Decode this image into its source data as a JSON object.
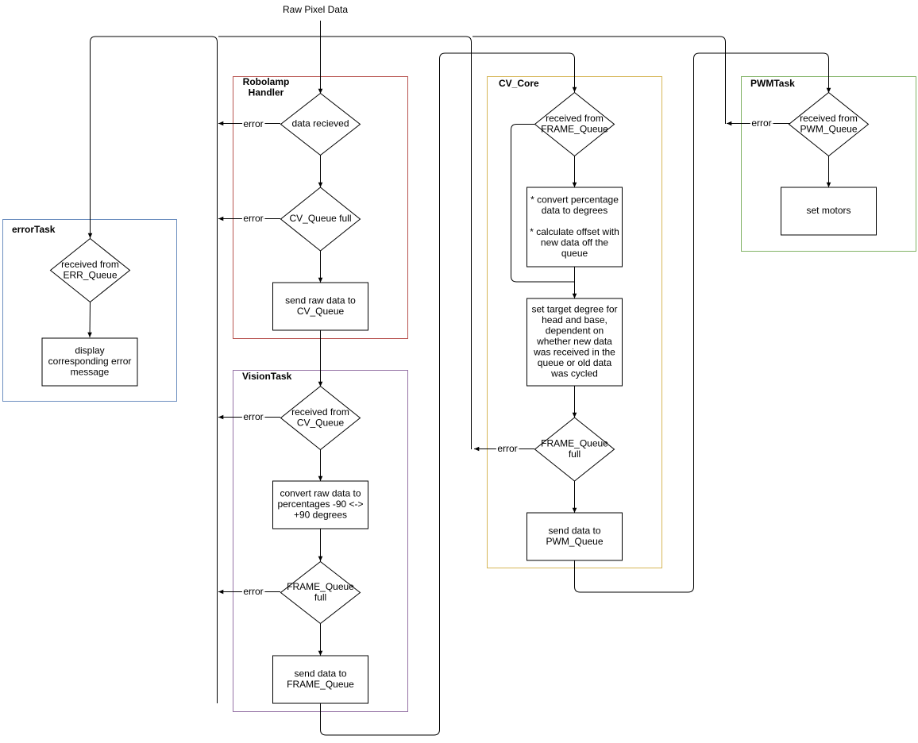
{
  "input_label": "Raw Pixel Data",
  "groups": [
    {
      "id": "errortask",
      "title": [
        "errorTask"
      ],
      "color": "#6c8ebf"
    },
    {
      "id": "robolamp",
      "title": [
        "Robolamp",
        "Handler"
      ],
      "color": "#b85450"
    },
    {
      "id": "vision",
      "title": [
        "VisionTask"
      ],
      "color": "#9673a6"
    },
    {
      "id": "cvcore",
      "title": [
        "CV_Core"
      ],
      "color": "#d6b656"
    },
    {
      "id": "pwm",
      "title": [
        "PWMTask"
      ],
      "color": "#82b366"
    }
  ],
  "nodes": [
    {
      "id": "err_received",
      "shape": "diamond",
      "lines": [
        "received from",
        "ERR_Queue"
      ]
    },
    {
      "id": "err_display",
      "shape": "rect",
      "lines": [
        "display",
        "corresponding error",
        "message"
      ]
    },
    {
      "id": "rh_data_received",
      "shape": "diamond",
      "lines": [
        "data recieved"
      ]
    },
    {
      "id": "rh_cv_queue_full",
      "shape": "diamond",
      "lines": [
        "CV_Queue full"
      ]
    },
    {
      "id": "rh_send_raw",
      "shape": "rect",
      "lines": [
        "send raw data to",
        "CV_Queue"
      ]
    },
    {
      "id": "vt_received",
      "shape": "diamond",
      "lines": [
        "received from",
        "CV_Queue"
      ]
    },
    {
      "id": "vt_convert",
      "shape": "rect",
      "lines": [
        "convert raw data to",
        "percentages -90 <->",
        "+90 degrees"
      ]
    },
    {
      "id": "vt_frame_full",
      "shape": "diamond",
      "lines": [
        "FRAME_Queue",
        "full"
      ]
    },
    {
      "id": "vt_send",
      "shape": "rect",
      "lines": [
        "send data to",
        "FRAME_Queue"
      ]
    },
    {
      "id": "cv_received",
      "shape": "diamond",
      "lines": [
        "received from",
        "FRAME_Queue"
      ]
    },
    {
      "id": "cv_convert",
      "shape": "rect",
      "lines": [
        "* convert percentage",
        "data to degrees",
        "",
        "* calculate offset with",
        "new data off the",
        "queue"
      ]
    },
    {
      "id": "cv_set_target",
      "shape": "rect",
      "lines": [
        "set target degree for",
        "head and base,",
        "dependent on",
        "whether new data",
        "was received in the",
        "queue or old data",
        "was cycled"
      ]
    },
    {
      "id": "cv_frame_full",
      "shape": "diamond",
      "lines": [
        "FRAME_Queue",
        "full"
      ]
    },
    {
      "id": "cv_send",
      "shape": "rect",
      "lines": [
        "send data to",
        "PWM_Queue"
      ]
    },
    {
      "id": "pwm_received",
      "shape": "diamond",
      "lines": [
        "received from",
        "PWM_Queue"
      ]
    },
    {
      "id": "pwm_set_motors",
      "shape": "rect",
      "lines": [
        "set motors"
      ]
    }
  ],
  "edge_labels": [
    {
      "id": "rh_data_received_error",
      "text": "error"
    },
    {
      "id": "rh_cv_queue_full_error",
      "text": "error"
    },
    {
      "id": "vt_received_error",
      "text": "error"
    },
    {
      "id": "vt_frame_full_error",
      "text": "error"
    },
    {
      "id": "cv_frame_full_error",
      "text": "error"
    },
    {
      "id": "pwm_received_error",
      "text": "error"
    }
  ]
}
